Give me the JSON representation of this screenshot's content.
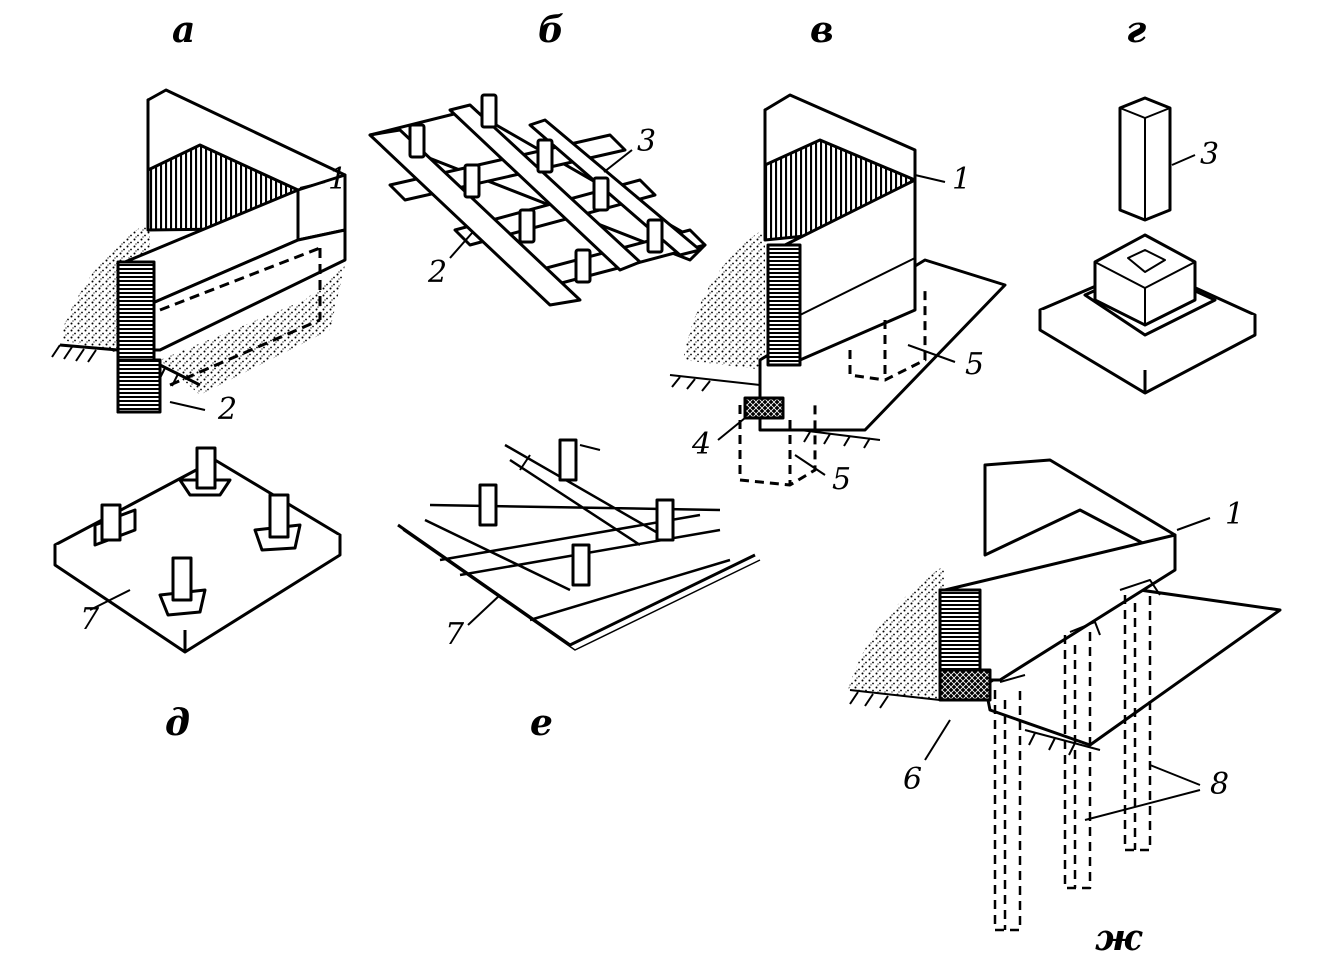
{
  "panel_labels": {
    "a": "а",
    "b": "б",
    "v": "в",
    "g": "г",
    "d": "д",
    "e": "е",
    "zh": "ж"
  },
  "callouts": {
    "a_1": "1",
    "a_2": "2",
    "b_2": "2",
    "b_3": "3",
    "v_1": "1",
    "v_4": "4",
    "v_5a": "5",
    "v_5b": "5",
    "g_3": "3",
    "d_7": "7",
    "e_7": "7",
    "zh_1": "1",
    "zh_6": "6",
    "zh_8": "8"
  },
  "colors": {
    "ink": "#000000",
    "paper": "#ffffff"
  }
}
